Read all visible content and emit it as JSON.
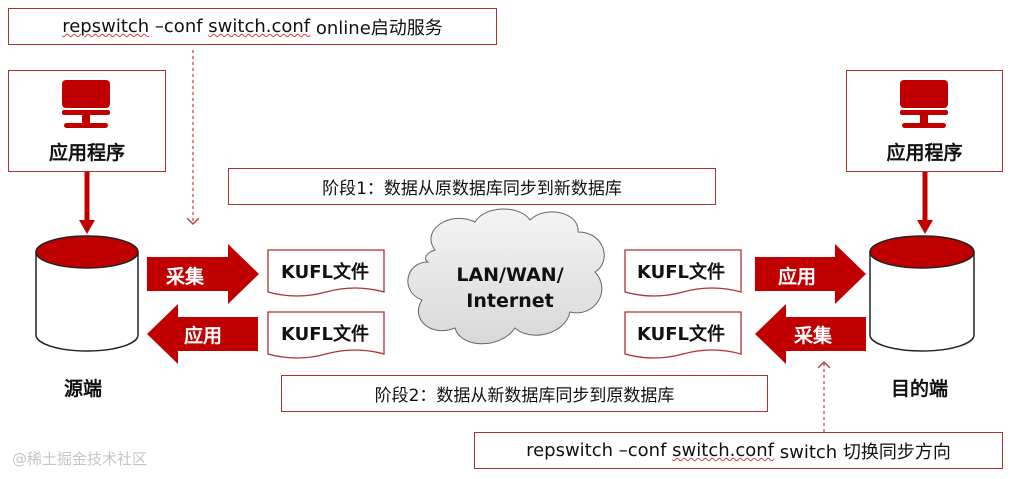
{
  "top_command": {
    "cmd_parts": [
      "repswitch",
      " –conf ",
      "switch.conf",
      " online启动服务"
    ]
  },
  "bottom_command": {
    "cmd_parts": [
      "repswitch –conf ",
      "switch.conf",
      " switch 切换同步方向"
    ]
  },
  "stage1": "阶段1：数据从原数据库同步到新数据库",
  "stage2": "阶段2：数据从新数据库同步到原数据库",
  "source": {
    "app_label": "应用程序",
    "db_label": "源端",
    "arrow_collect": "采集",
    "arrow_apply": "应用",
    "file1": "KUFL文件",
    "file2": "KUFL文件"
  },
  "target": {
    "app_label": "应用程序",
    "db_label": "目的端",
    "arrow_apply": "应用",
    "arrow_collect": "采集",
    "file1": "KUFL文件",
    "file2": "KUFL文件"
  },
  "network": {
    "line1": "LAN/WAN/",
    "line2": "Internet"
  },
  "watermark": "@稀土掘金技术社区",
  "colors": {
    "accent": "#c00000",
    "border": "#b03030"
  }
}
